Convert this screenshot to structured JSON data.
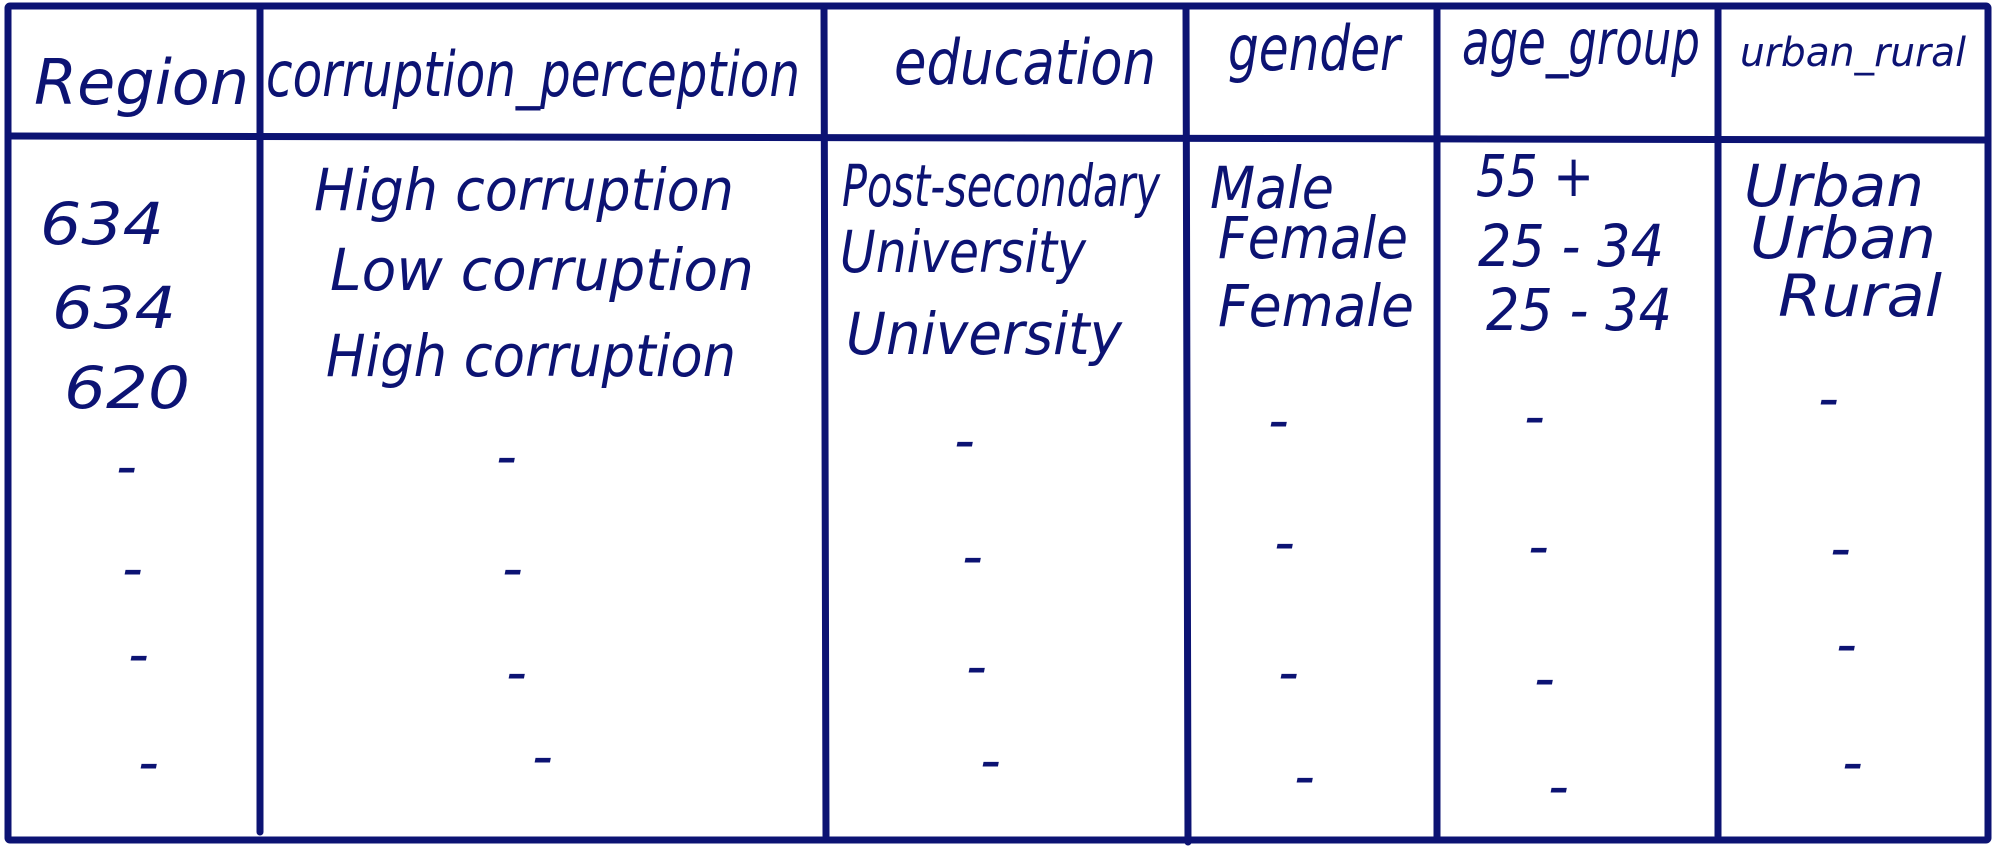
{
  "table": {
    "columns": [
      {
        "key": "region",
        "label": "Region"
      },
      {
        "key": "corruption_perception",
        "label": "corruption_perception"
      },
      {
        "key": "education",
        "label": "education"
      },
      {
        "key": "gender",
        "label": "gender"
      },
      {
        "key": "age_group",
        "label": "age_group"
      },
      {
        "key": "urban_rural",
        "label": "urban_rural"
      }
    ],
    "rows": [
      [
        "634",
        "High corruption",
        "Post-secondary",
        "Male",
        "55 +",
        "Urban"
      ],
      [
        "634",
        "Low corruption",
        "University",
        "Female",
        "25 - 34",
        "Urban"
      ],
      [
        "620",
        "High corruption",
        "University",
        "Female",
        "25 - 34",
        "Rural"
      ],
      [
        "-",
        "-",
        "-",
        "-",
        "-",
        "-"
      ],
      [
        "-",
        "-",
        "-",
        "-",
        "-",
        "-"
      ],
      [
        "-",
        "-",
        "-",
        "-",
        "-",
        "-"
      ],
      [
        "-",
        "-",
        "-",
        "-",
        "-",
        "-"
      ]
    ]
  },
  "colors": {
    "ink": "#0c1373",
    "paper": "#ffffff"
  }
}
